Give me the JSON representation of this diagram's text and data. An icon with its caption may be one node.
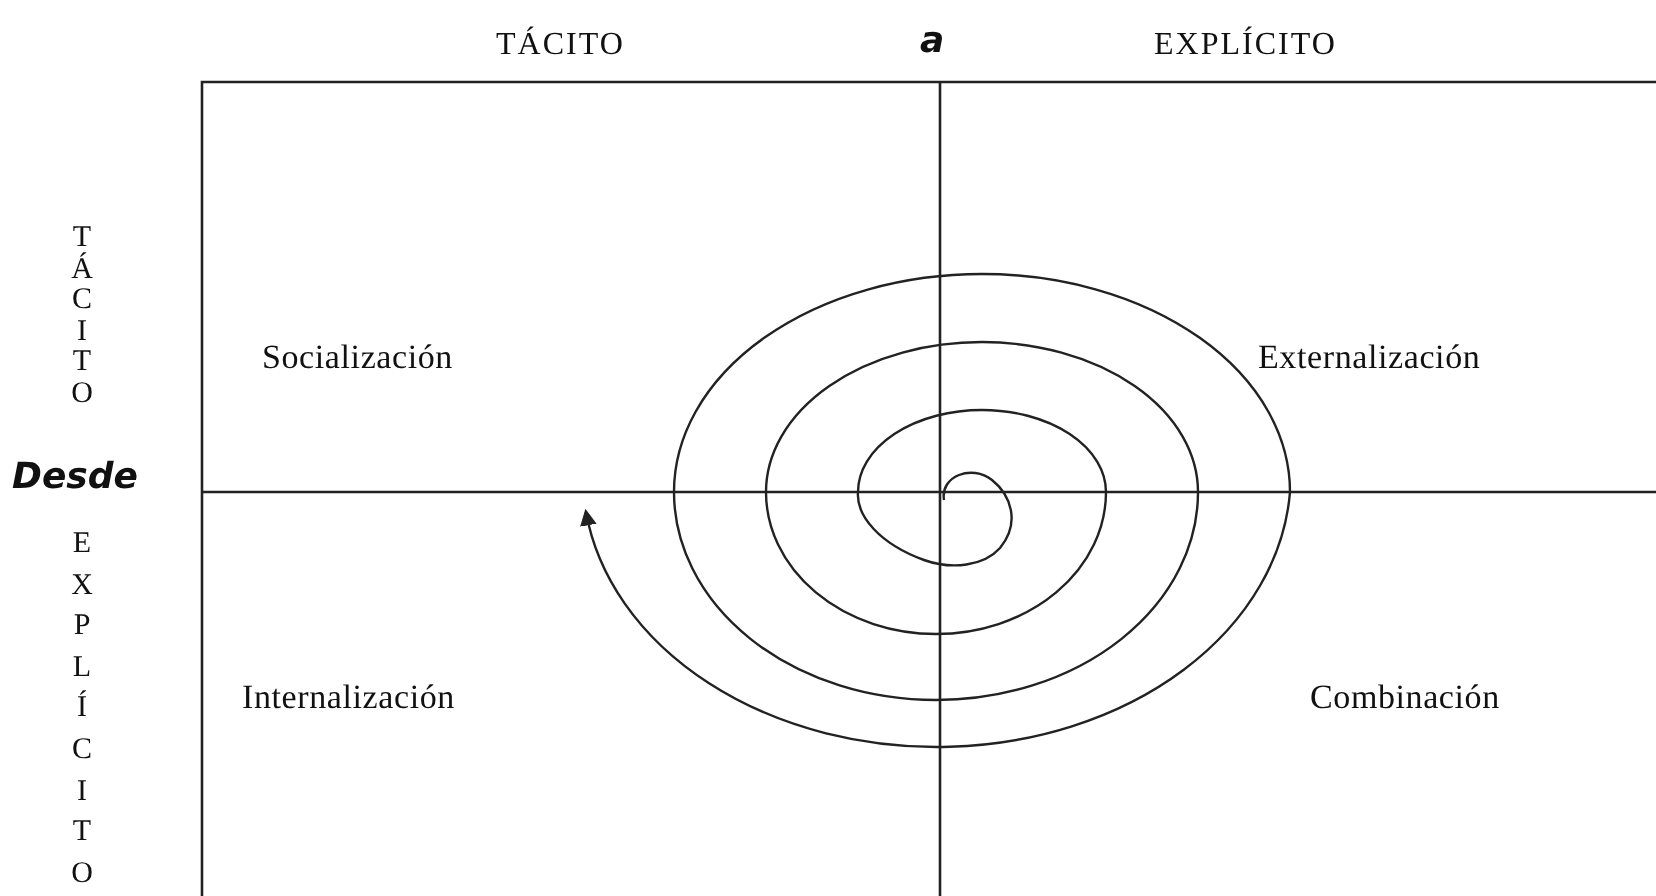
{
  "diagram": {
    "labels": [
      "TÁCITO",
      "a",
      "EXPLÍCITO",
      "TÁCITO",
      "Socialización",
      "Externalización",
      "Desde",
      "EXPLÍCITO",
      "Internalización",
      "Combinación"
    ]
  }
}
